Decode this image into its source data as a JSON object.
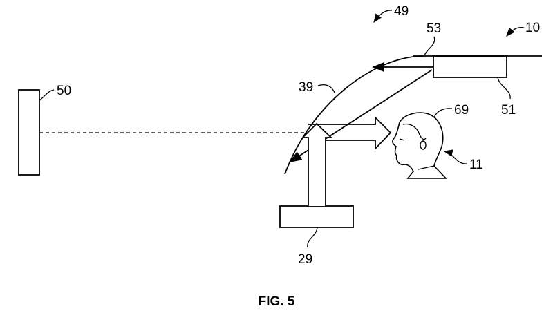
{
  "figure": {
    "caption": "FIG. 5",
    "labels": {
      "display": "50",
      "system": "10",
      "optics": "49",
      "edge": "53",
      "windshield": "39",
      "projector": "51",
      "head": "69",
      "viewer": "11",
      "source": "29"
    }
  }
}
